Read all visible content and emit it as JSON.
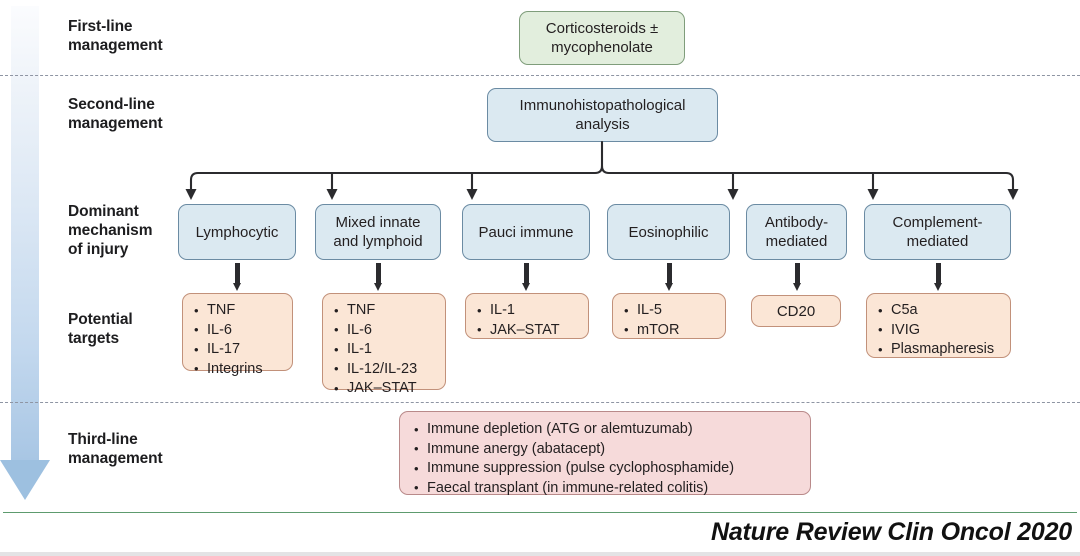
{
  "figure": {
    "stage_labels": [
      {
        "id": "first-line",
        "text": "First-line\nmanagement"
      },
      {
        "id": "second-line",
        "text": "Second-line\nmanagement"
      },
      {
        "id": "dominant-mechanism",
        "text": "Dominant\nmechanism\nof injury"
      },
      {
        "id": "potential-targets",
        "text": "Potential\ntargets"
      },
      {
        "id": "third-line",
        "text": "Third-line\nmanagement"
      }
    ],
    "first_line_box": {
      "text": "Corticosteroids ±\nmycophenolate",
      "color": "#e2eedd"
    },
    "second_line_box": {
      "text": "Immunohistopathological\nanalysis",
      "color": "#dbe9f1"
    },
    "mechanisms": [
      {
        "label": "Lymphocytic"
      },
      {
        "label": "Mixed innate\nand lymphoid"
      },
      {
        "label": "Pauci immune"
      },
      {
        "label": "Eosinophilic"
      },
      {
        "label": "Antibody-\nmediated"
      },
      {
        "label": "Complement-\nmediated"
      }
    ],
    "targets": [
      {
        "items": [
          "TNF",
          "IL-6",
          "IL-17",
          "Integrins"
        ]
      },
      {
        "items": [
          "TNF",
          "IL-6",
          "IL-1",
          "IL-12/IL-23",
          "JAK–STAT"
        ]
      },
      {
        "items": [
          "IL-1",
          "JAK–STAT"
        ]
      },
      {
        "items": [
          "IL-5",
          "mTOR"
        ]
      },
      {
        "items": [
          "CD20"
        ],
        "plain": true
      },
      {
        "items": [
          "C5a",
          "IVIG",
          "Plasmapheresis"
        ]
      }
    ],
    "third_line_box": {
      "items": [
        "Immune depletion (ATG or alemtuzumab)",
        "Immune anergy (abatacept)",
        "Immune suppression (pulse cyclophosphamide)",
        "Faecal transplant (in immune-related colitis)"
      ],
      "color": "#f6dada"
    },
    "footer_caption": "Nature Review Clin Oncol 2020",
    "colors": {
      "green_fill": "#e2eedd",
      "blue_fill": "#dbe9f1",
      "pink_fill": "#fbe6d6",
      "pink_strong_fill": "#f6dada",
      "arrow_blue": "#9dc0e0",
      "footer_rule_green": "#5d9b6e",
      "connector_dark": "#2b2b2e"
    }
  }
}
